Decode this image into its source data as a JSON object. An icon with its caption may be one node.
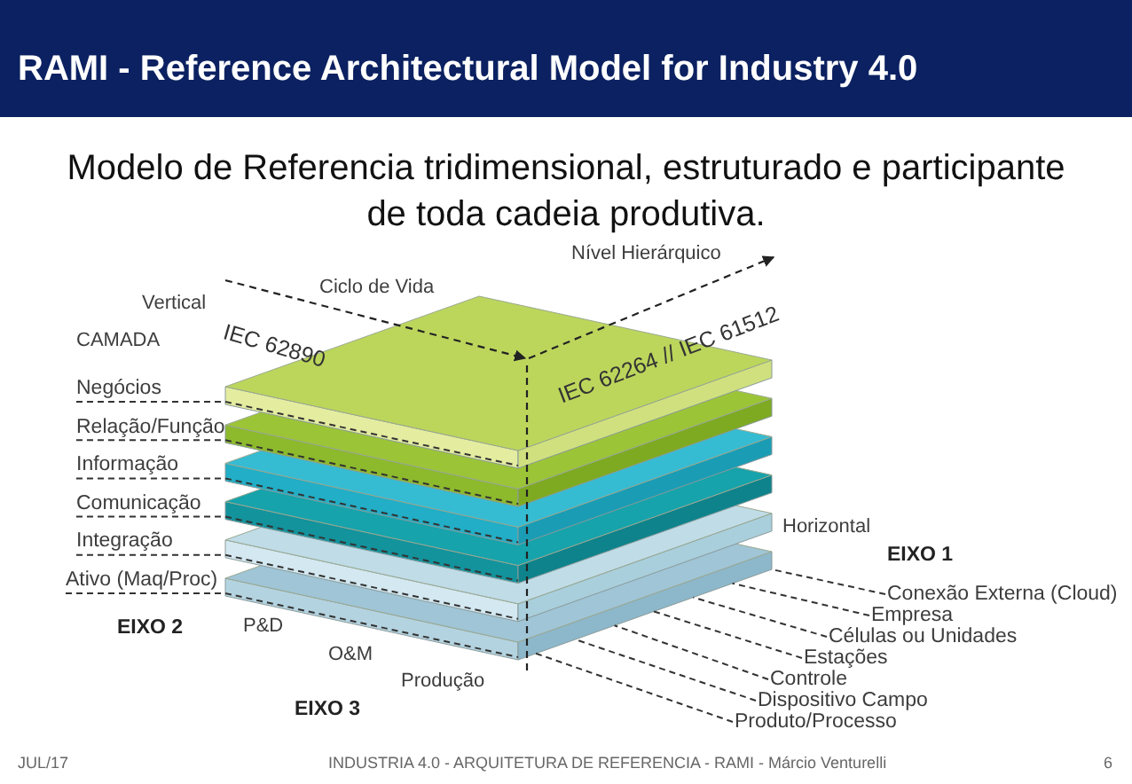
{
  "diagram": {
    "title": "RAMI - Reference Architectural Model for Industry 4.0",
    "nodes": [
      {
        "text": [
          "Negócios"
        ]
      },
      {
        "text": [
          "Relação/Função"
        ]
      },
      {
        "text": [
          "Informação"
        ]
      },
      {
        "text": [
          "Comunicação"
        ]
      },
      {
        "text": [
          "Integração"
        ]
      },
      {
        "text": [
          "Ativo (Maq/Proc)"
        ]
      },
      {
        "text": [
          "Conexão Externa (Cloud)"
        ]
      },
      {
        "text": [
          "Empresa"
        ]
      },
      {
        "text": [
          "Células ou Unidades"
        ]
      },
      {
        "text": [
          "Estações"
        ]
      },
      {
        "text": [
          "Controle"
        ]
      },
      {
        "text": [
          "Dispositivo Campo"
        ]
      },
      {
        "text": [
          "Produto/Processo"
        ]
      }
    ],
    "edges": [
      {
        "from": 0,
        "to": null,
        "arrow": "none",
        "style": "dashed"
      },
      {
        "from": 1,
        "to": null,
        "arrow": "none",
        "style": "dashed"
      },
      {
        "from": 2,
        "to": null,
        "arrow": "none",
        "style": "dashed"
      },
      {
        "from": 3,
        "to": null,
        "arrow": "none",
        "style": "dashed"
      },
      {
        "from": 4,
        "to": null,
        "arrow": "none",
        "style": "dashed"
      },
      {
        "from": 5,
        "to": null,
        "arrow": "none",
        "style": "dashed"
      },
      {
        "from": 6,
        "to": null,
        "arrow": "none",
        "style": "dashed"
      },
      {
        "from": 7,
        "to": null,
        "arrow": "none",
        "style": "dashed"
      },
      {
        "from": 8,
        "to": null,
        "arrow": "none",
        "style": "dashed"
      },
      {
        "from": 9,
        "to": null,
        "arrow": "none",
        "style": "dashed"
      },
      {
        "from": 10,
        "to": null,
        "arrow": "none",
        "style": "dashed"
      },
      {
        "from": 11,
        "to": null,
        "arrow": "none",
        "style": "dashed"
      },
      {
        "from": 12,
        "to": null,
        "arrow": "none",
        "style": "dashed"
      }
    ],
    "labels": [
      "Modelo de Referencia tridimensional, estruturado e participante de toda cadeia produtiva.",
      "Nível Hierárquico",
      "Ciclo de Vida",
      "Vertical",
      "IEC 62890",
      "CAMADA",
      "IEC 62264 // IEC 61512",
      "Horizontal",
      "EIXO 1",
      "EIXO 2",
      "P&D",
      "O&M",
      "Produção",
      "EIXO 3",
      "JUL/17",
      "INDUSTRIA 4.0 - ARQUITETURA DE REFERENCIA - RAMI - Márcio Venturelli",
      "6"
    ]
  }
}
